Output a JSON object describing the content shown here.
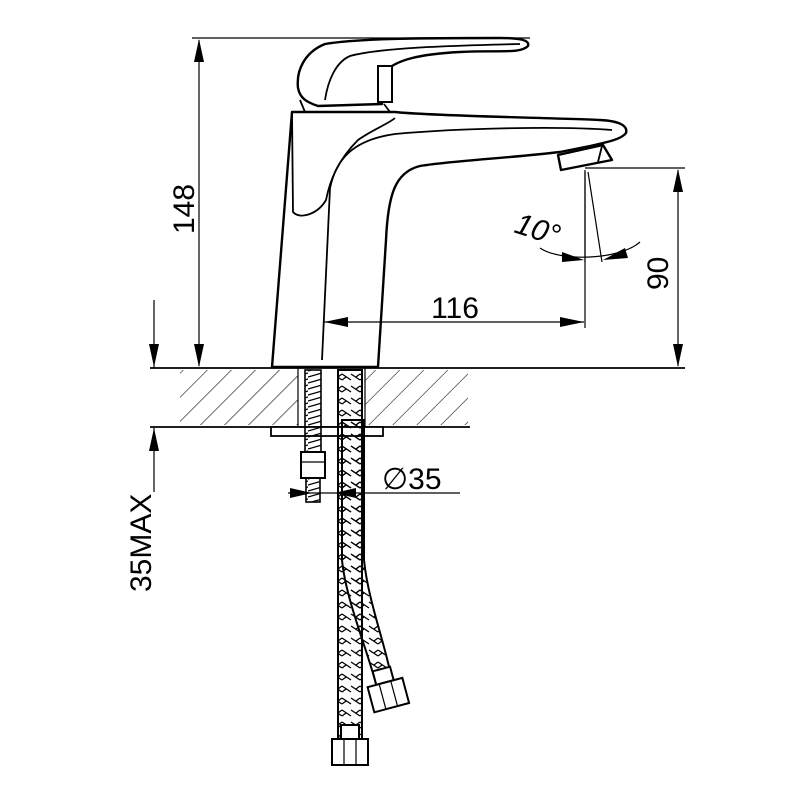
{
  "dimensions": {
    "height_total": "148",
    "spout_reach": "116",
    "spout_height": "90",
    "angle": "10°",
    "hole_diameter": "∅35",
    "deck_thickness": "35MAX"
  }
}
